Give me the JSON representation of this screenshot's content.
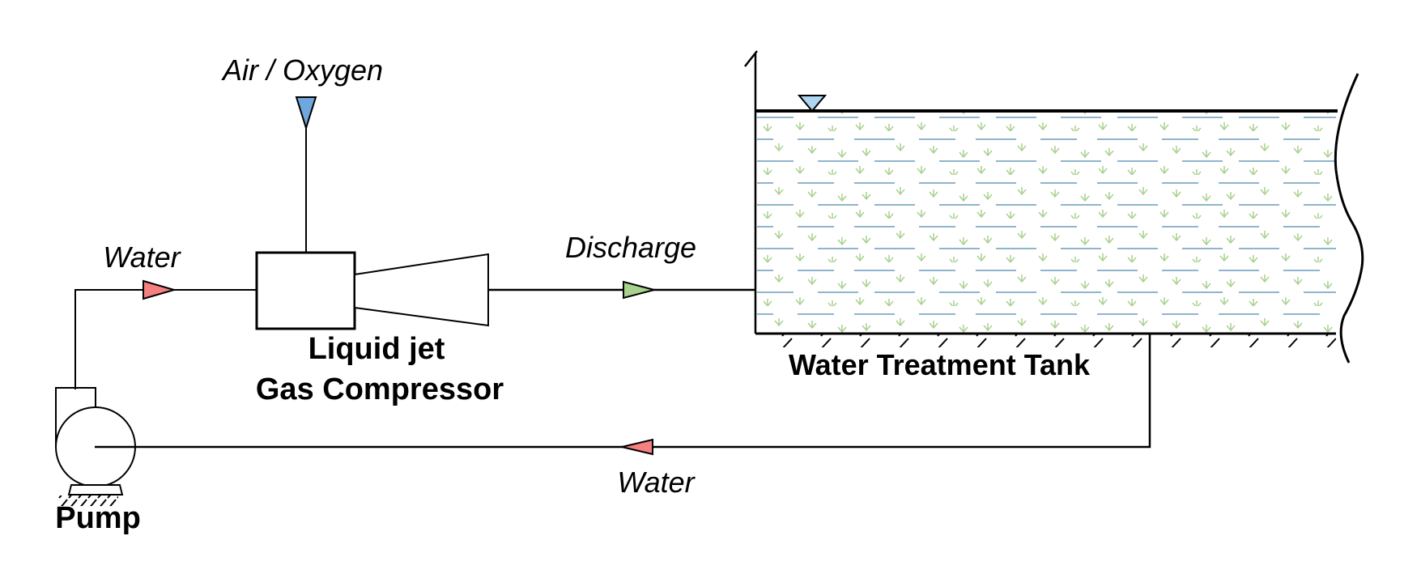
{
  "diagram": {
    "labels": {
      "gas_inlet": "Air / Oxygen",
      "water_feed": "Water",
      "discharge": "Discharge",
      "compressor_line1": "Liquid jet",
      "compressor_line2": "Gas Compressor",
      "tank": "Water Treatment Tank",
      "water_return": "Water",
      "pump": "Pump"
    },
    "colors": {
      "line": "#000000",
      "water_arrow": "#F48080",
      "gas_inlet_arrow": "#6FA8DC",
      "discharge_arrow": "#A9D18E",
      "water_level_symbol": "#AED6F1",
      "water_ripple": "#8FB4CC",
      "algae_mark": "#A9D18E",
      "background": "#FFFFFF"
    }
  }
}
